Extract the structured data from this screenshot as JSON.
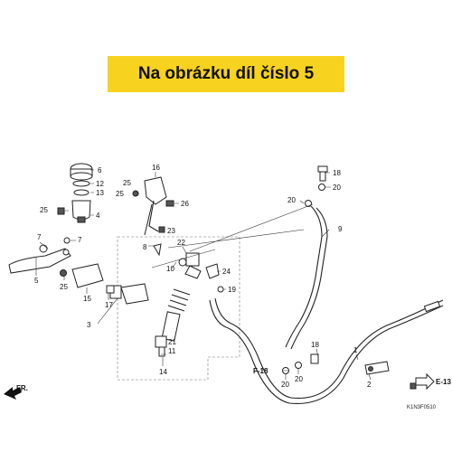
{
  "banner": {
    "text": "Na obrázku díl číslo 5",
    "color": "#f7d21f"
  },
  "labels": {
    "n1": "1",
    "n2": "2",
    "n3": "3",
    "n4": "4",
    "n5": "5",
    "n6": "6",
    "n7a": "7",
    "n7b": "7",
    "n8": "8",
    "n9": "9",
    "n10": "10",
    "n11": "11",
    "n12": "12",
    "n13": "13",
    "n14": "14",
    "n15": "15",
    "n16": "16",
    "n17": "17",
    "n18a": "18",
    "n18b": "18",
    "n19": "19",
    "n20a": "20",
    "n20b": "20",
    "n20c": "20",
    "n20d": "20",
    "n21": "21",
    "n22": "22",
    "n23": "23",
    "n24": "24",
    "n25a": "25",
    "n25b": "25",
    "n25c": "25",
    "n26": "26"
  },
  "refs": {
    "f18": "F-18",
    "e13": "E-13",
    "fr": "FR."
  },
  "diagram_code": "K1N3F0510"
}
